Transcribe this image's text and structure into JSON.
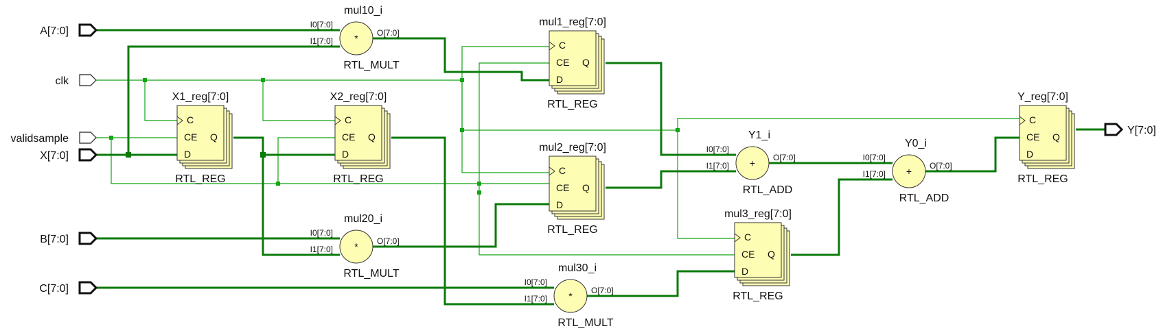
{
  "colors": {
    "wire": "#13a313",
    "bus": "#0a7a0a",
    "component_fill": "#fdfdb4",
    "component_stroke": "#333333",
    "port_fill": "#ffffff"
  },
  "ports": {
    "A": "A[7:0]",
    "clk": "clk",
    "validsample": "validsample",
    "X": "X[7:0]",
    "B": "B[7:0]",
    "C": "C[7:0]",
    "Y": "Y[7:0]"
  },
  "registers": {
    "x1": {
      "name": "X1_reg[7:0]",
      "type": "RTL_REG"
    },
    "x2": {
      "name": "X2_reg[7:0]",
      "type": "RTL_REG"
    },
    "mul1": {
      "name": "mul1_reg[7:0]",
      "type": "RTL_REG"
    },
    "mul2": {
      "name": "mul2_reg[7:0]",
      "type": "RTL_REG"
    },
    "mul3": {
      "name": "mul3_reg[7:0]",
      "type": "RTL_REG"
    },
    "y": {
      "name": "Y_reg[7:0]",
      "type": "RTL_REG"
    }
  },
  "reg_pins": {
    "c": "C",
    "ce": "CE",
    "d": "D",
    "q": "Q"
  },
  "operators": {
    "mul10": {
      "name": "mul10_i",
      "type": "RTL_MULT",
      "symbol": "*"
    },
    "mul20": {
      "name": "mul20_i",
      "type": "RTL_MULT",
      "symbol": "*"
    },
    "mul30": {
      "name": "mul30_i",
      "type": "RTL_MULT",
      "symbol": "*"
    },
    "y1": {
      "name": "Y1_i",
      "type": "RTL_ADD",
      "symbol": "+"
    },
    "y0": {
      "name": "Y0_i",
      "type": "RTL_ADD",
      "symbol": "+"
    }
  },
  "op_pins": {
    "i0": "I0[7:0]",
    "i1": "I1[7:0]",
    "o": "O[7:0]"
  }
}
